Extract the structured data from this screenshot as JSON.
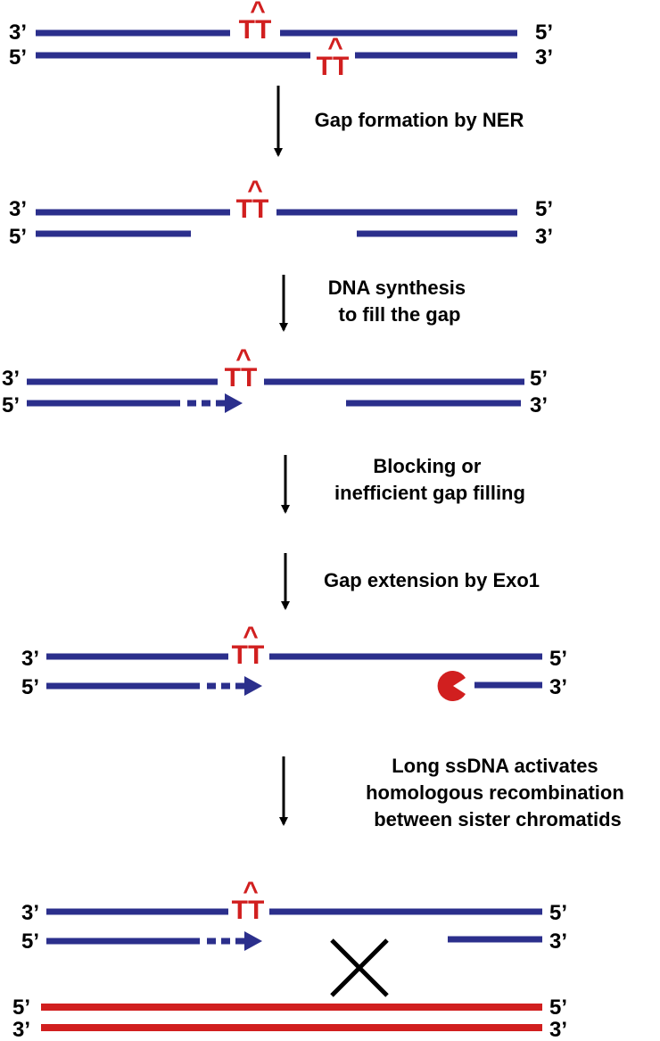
{
  "colors": {
    "dna": "#2b2f8c",
    "sister": "#d11f1f",
    "lesion": "#d11f1f",
    "exo1": "#d11f1f",
    "arrow": "#000000",
    "text": "#000000"
  },
  "lesion": {
    "label": "TT",
    "bridge": "^"
  },
  "steps": [
    {
      "caption": [
        "Gap formation by NER"
      ]
    },
    {
      "caption": [
        "DNA synthesis",
        "to fill the gap"
      ]
    },
    {
      "caption": [
        "Blocking or",
        "inefficient gap filling"
      ]
    },
    {
      "caption": [
        "Gap extension by Exo1"
      ]
    },
    {
      "caption": [
        "Long ssDNA activates",
        "homologous recombination",
        "between sister chromatids"
      ]
    }
  ],
  "stages": [
    {
      "top": {
        "left_end": "3’",
        "right_end": "5’"
      },
      "bottom": {
        "left_end": "5’",
        "right_end": "3’"
      }
    },
    {
      "top": {
        "left_end": "3’",
        "right_end": "5’"
      },
      "bottom": {
        "left_end": "5’",
        "right_end": "3’"
      }
    },
    {
      "top": {
        "left_end": "3’",
        "right_end": "5’"
      },
      "bottom": {
        "left_end": "5’",
        "right_end": "3’"
      }
    },
    {
      "top": {
        "left_end": "3’",
        "right_end": "5’"
      },
      "bottom": {
        "left_end": "5’",
        "right_end": "3’"
      }
    },
    {
      "top": {
        "left_end": "3’",
        "right_end": "5’"
      },
      "bottom": {
        "left_end": "5’",
        "right_end": "3’"
      },
      "sister_top": {
        "left_end": "5’",
        "right_end": "5’"
      },
      "sister_bottom": {
        "left_end": "3’",
        "right_end": "3’"
      }
    }
  ]
}
